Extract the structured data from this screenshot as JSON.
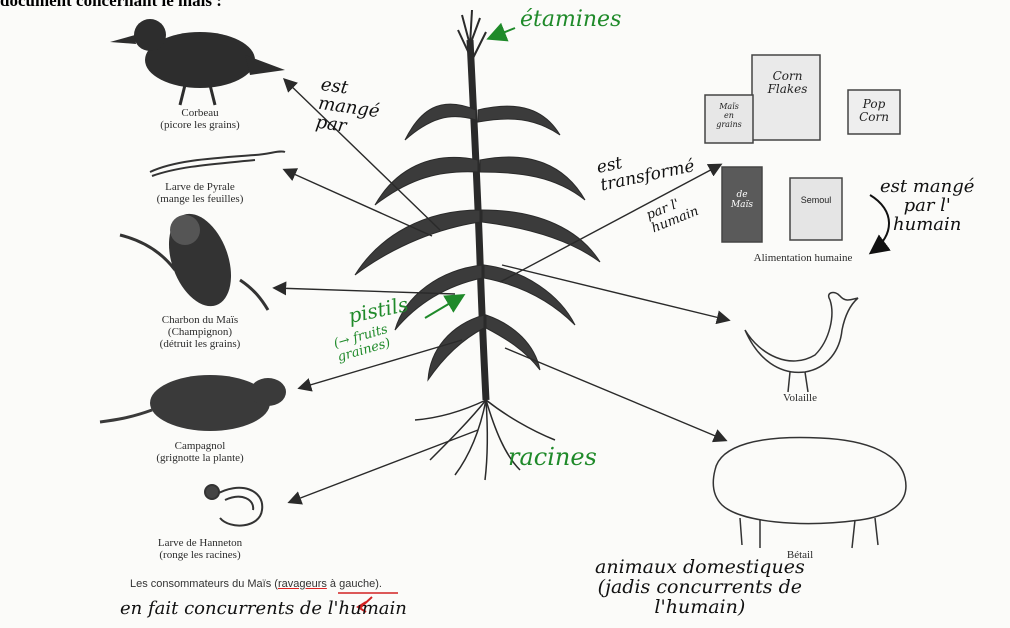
{
  "header": "document concernant le maïs :",
  "labels": {
    "corbeau": "Corbeau\n(picore les grains)",
    "pyrale": "Larve de Pyrale\n(mange les feuilles)",
    "charbon": "Charbon du Maïs\n(Champignon)\n(détruit les grains)",
    "campagnol": "Campagnol\n(grignotte la plante)",
    "hanneton": "Larve de Hanneton\n(ronge les racines)",
    "alimentation": "Alimentation humaine",
    "volaille": "Volaille",
    "betail": "Bétail"
  },
  "packages": {
    "corn_flakes": "Corn\nFlakes",
    "pop_corn": "Pop\nCorn",
    "mais_grains": "Maïs\nen\ngrains",
    "huile_mais": "de\nMaïs",
    "semoule": "Semoul"
  },
  "caption": {
    "before": "Les consommateurs du Maïs (",
    "underlined": "ravageurs",
    "after": " à gauche)."
  },
  "handwriting": {
    "etamines": "étamines",
    "est_mange_par": "est\nmangé\npar",
    "est_transforme": "est\ntransformé",
    "par_l_humain": "par l'\nhumain",
    "est_mange_par_l_humain": "est mangé\npar l'\nhumain",
    "pistils": "pistils",
    "fruits_graines": "(→ fruits\ngraines)",
    "racines": "racines",
    "en_fait": "en fait concurrents de l'humain",
    "animaux": "animaux domestiques\n(jadis concurrents de\nl'humain)"
  },
  "colors": {
    "ink": "#111111",
    "green_ink": "#1f8a2a",
    "red_ink": "#d22222",
    "drawing": "#2a2a2a"
  }
}
